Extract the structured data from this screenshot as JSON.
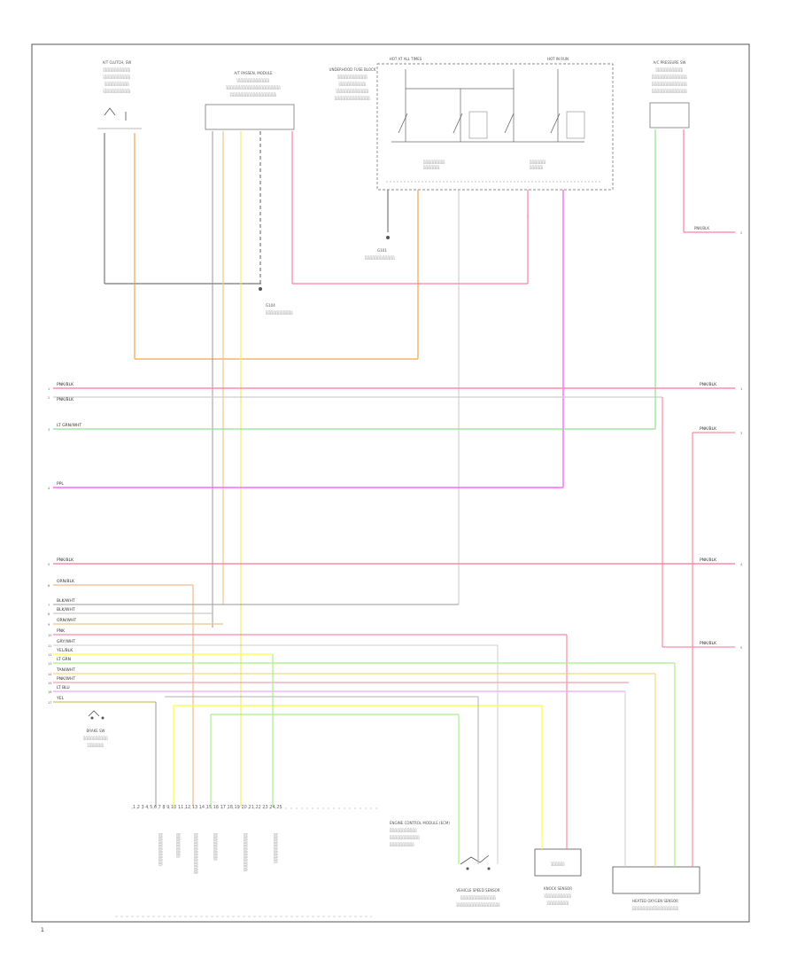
{
  "page_number": "1",
  "components": {
    "left_module": "A/T CLUTCH, SW",
    "center_connector": "A/T PASSEN, MODULE",
    "ground_top": "G101",
    "relay_box": "UNDERHOOD FUSE BLOCK",
    "relay_left_label": "HOT AT ALL TIMES",
    "relay_right_label": "HOT IN RUN",
    "right_module": "A/C PRESSURE SW",
    "ground_center": "G104",
    "ecm": "ENGINE CONTROL MODULE (ECM)",
    "sensor1": "VEHICLE SPEED SENSOR",
    "sensor2": "KNOCK SENSOR",
    "sensor3": "HEATED OXYGEN SENSOR",
    "bottom_left_switch": "BRAKE SW"
  },
  "wires": [
    {
      "name": "PNK/BLK",
      "color": "#ff8aa5"
    },
    {
      "name": "PNK/BLK",
      "color": "#cfcfcf"
    },
    {
      "name": "LT GRN/WHT",
      "color": "#8fe28f"
    },
    {
      "name": "PPL",
      "color": "#ff6cff"
    },
    {
      "name": "PNK/BLK",
      "color": "#ff8aa5"
    },
    {
      "name": "ORN/BLK",
      "color": "#f3b98a"
    },
    {
      "name": "BLK/WHT",
      "color": "#9a9a9a"
    },
    {
      "name": "BLK/WHT",
      "color": "#bdbdbd"
    },
    {
      "name": "ORN/WHT",
      "color": "#f0c48c"
    },
    {
      "name": "PNK",
      "color": "#ff8aa5"
    },
    {
      "name": "GRY/WHT",
      "color": "#cfcfcf"
    },
    {
      "name": "YEL/BLK",
      "color": "#ffff66"
    },
    {
      "name": "LT GRN",
      "color": "#a8ef8a"
    },
    {
      "name": "TAN/WHT",
      "color": "#f7d58a"
    },
    {
      "name": "PNK/WHT",
      "color": "#ff9ab5"
    },
    {
      "name": "LT BLU",
      "color": "#f2a6ff"
    },
    {
      "name": "YEL",
      "color": "#ffff55"
    }
  ]
}
